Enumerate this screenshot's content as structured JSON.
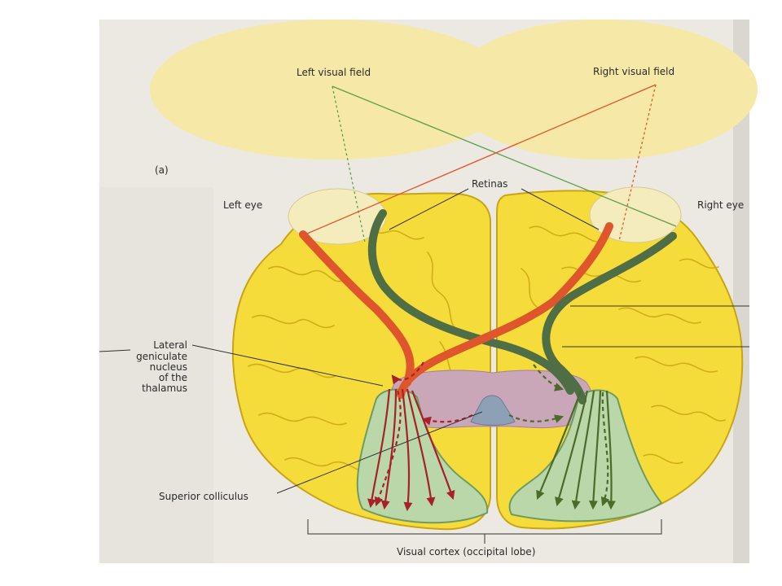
{
  "labels": {
    "panel": "(a)",
    "left_visual_field": "Left visual field",
    "right_visual_field": "Right visual field",
    "left_eye": "Left eye",
    "right_eye": "Right eye",
    "retinas": "Retinas",
    "lgn_line1": "Lateral",
    "lgn_line2": "geniculate",
    "lgn_line3": "nucleus",
    "lgn_line4": "of the",
    "lgn_line5": "thalamus",
    "superior_colliculus": "Superior colliculus",
    "visual_cortex": "Visual cortex (occipital lobe)"
  },
  "colors": {
    "visual_field": "#f6e8a6",
    "brain": "#f6dc3a",
    "brain_outline": "#c9a414",
    "left_pathway": "#e0562c",
    "right_pathway": "#4f6e45",
    "cortex": "#b9d7a8",
    "thalamus": "#c9a6b8",
    "colliculus": "#8ea0b6",
    "background_page": "#e9e7df"
  }
}
